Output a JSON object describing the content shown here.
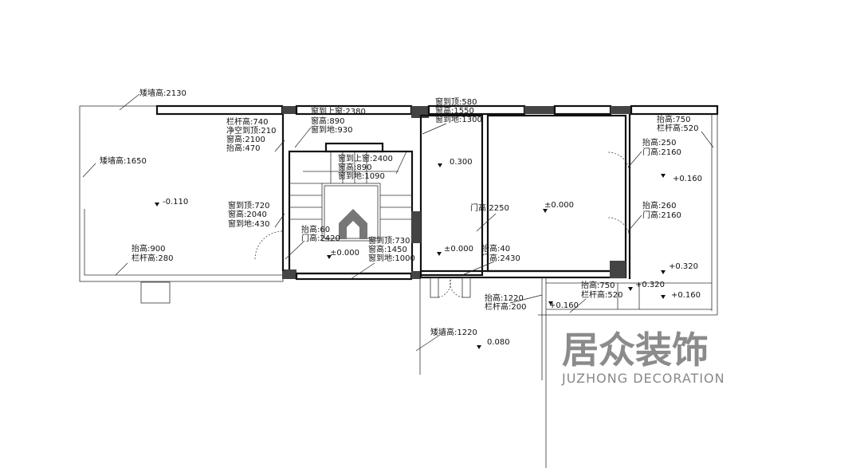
{
  "labels": {
    "terrace_wall_top": "矮墙高:2130",
    "terrace_wall_left": "矮墙高:1650",
    "terrace_level": "-0.110",
    "terrace_rail_1": "抬高:900",
    "terrace_rail_2": "栏杆高:280",
    "win_a_1": "栏杆高:740",
    "win_a_2": "净空到顶:210",
    "win_a_3": "窗高:2100",
    "win_a_4": "抬高:470",
    "win_b_1": "窗到上窗:2380",
    "win_b_2": "窗高:890",
    "win_b_3": "窗到地:930",
    "win_c_1": "窗到上窗:2400",
    "win_c_2": "窗高:890",
    "win_c_3": "窗到地:1090",
    "win_d_1": "窗到顶:720",
    "win_d_2": "窗高:2040",
    "win_d_3": "窗到地:430",
    "door_a_1": "抬高:60",
    "door_a_2": "门高:2420",
    "stair_level": "±0.000",
    "win_e_1": "窗到顶:730",
    "win_e_2": "窗高:1450",
    "win_e_3": "窗到地:1000",
    "win_f_1": "窗到顶:580",
    "win_f_2": "窗高:1550",
    "win_f_3": "窗到地:1300",
    "room_small_level": "0.300",
    "door_b": "门高:2250",
    "room_big_level": "±0.000",
    "room_mid_level": "±0.000",
    "door_c_1": "抬高:40",
    "door_c_2": "门高:2430",
    "balc_rail_1": "抬高:750",
    "balc_rail_2": "栏杆高:520",
    "door_d_1": "抬高:250",
    "door_d_2": "门高:2160",
    "balc_level": "+0.160",
    "door_e_1": "抬高:260",
    "door_e_2": "门高:2160",
    "level_320_a": "+0.320",
    "level_320_b": "+0.320",
    "level_160_a": "+0.160",
    "level_160_b": "+0.160",
    "low_rail_1": "抬高:750",
    "low_rail_2": "栏杆高:520",
    "front_rail_1": "抬高:1220",
    "front_rail_2": "栏杆高:200",
    "front_wall": "矮墙高:1220",
    "front_level": "0.080"
  },
  "watermark": {
    "cn": "居众装饰",
    "en": "JUZHONG DECORATION"
  }
}
